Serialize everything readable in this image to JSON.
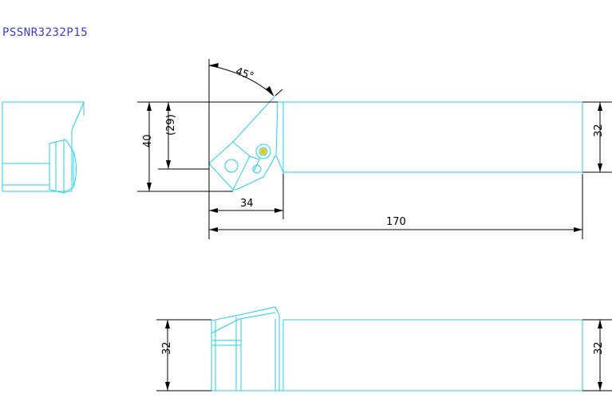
{
  "title": "PSSNR3232P15",
  "dimensions": {
    "angle": "45°",
    "height_40": "40",
    "height_29": "(29)",
    "width_34": "34",
    "length_170": "170",
    "shank_32_right_top": "32",
    "shank_32_left_side": "32",
    "shank_32_right_side": "32"
  }
}
